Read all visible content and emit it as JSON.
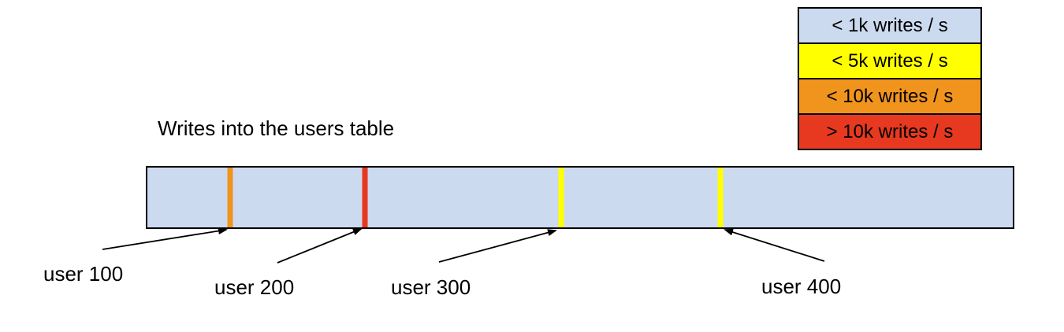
{
  "title": "Writes into the users table",
  "legend": {
    "items": [
      {
        "label": "< 1k writes / s",
        "color": "#ccdaf0"
      },
      {
        "label": "< 5k writes / s",
        "color": "#ffff00"
      },
      {
        "label": "< 10k writes / s",
        "color": "#f0941e"
      },
      {
        "label": "> 10k writes / s",
        "color": "#e6391f"
      }
    ]
  },
  "table_bar": {
    "fill": "#ccdaf0",
    "border_color": "#000000",
    "hotspots": [
      {
        "label": "user 100",
        "color": "#f0941e",
        "rate": "< 10k writes / s",
        "position_pct": 9.6
      },
      {
        "label": "user 200",
        "color": "#e6391f",
        "rate": "> 10k writes / s",
        "position_pct": 25.1
      },
      {
        "label": "user 300",
        "color": "#ffff00",
        "rate": "< 5k writes / s",
        "position_pct": 47.8
      },
      {
        "label": "user 400",
        "color": "#ffff00",
        "rate": "< 5k writes / s",
        "position_pct": 66.2
      }
    ]
  }
}
